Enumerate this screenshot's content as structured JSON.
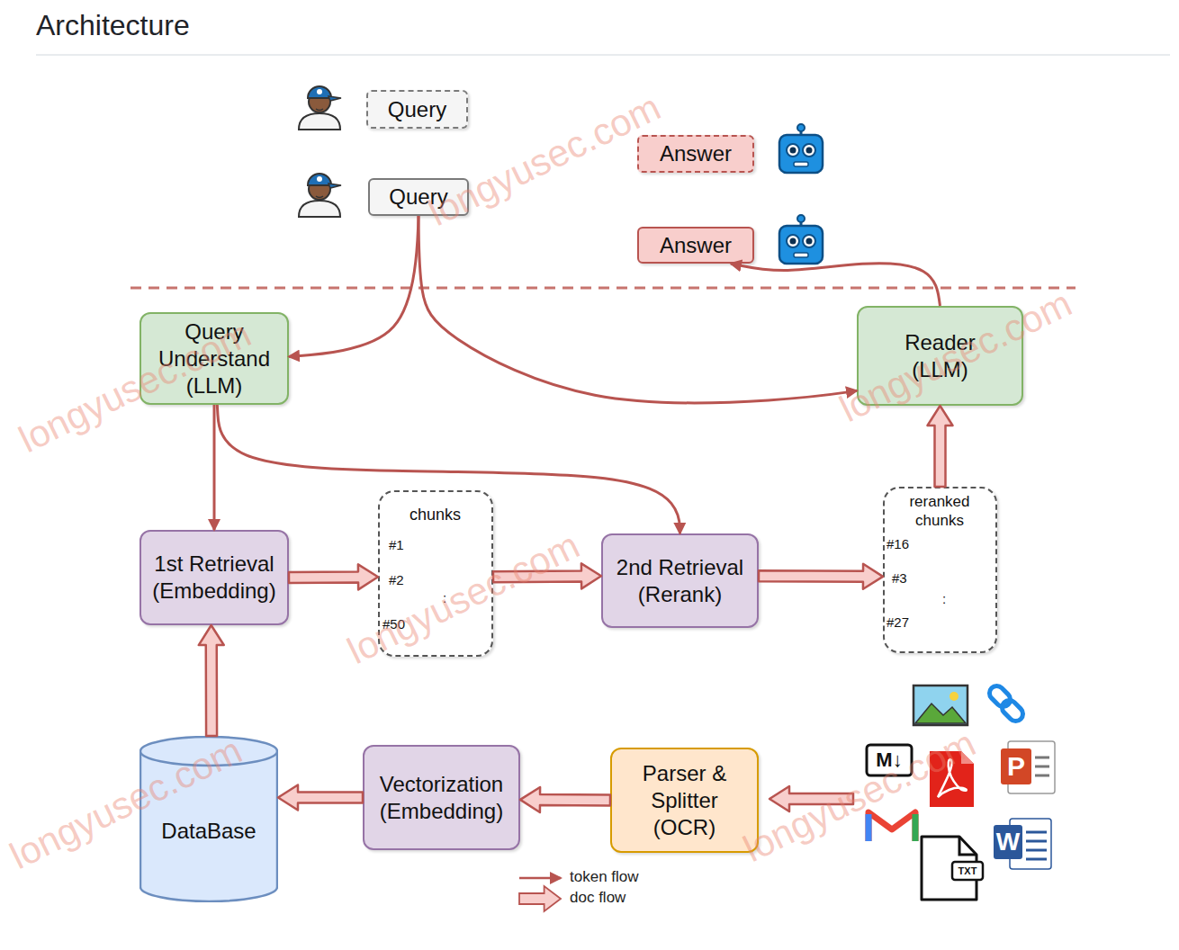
{
  "diagram": {
    "title": "Architecture",
    "nodes": [
      {
        "text": [
          "Query"
        ]
      },
      {
        "text": [
          "Answer"
        ]
      },
      {
        "text": [
          "Query"
        ]
      },
      {
        "text": [
          "Answer"
        ]
      },
      {
        "text": [
          "Query Understand (LLM)"
        ]
      },
      {
        "text": [
          "Reader (LLM)"
        ]
      },
      {
        "text": [
          "1st Retrieval (Embedding)"
        ]
      },
      {
        "text": [
          "chunks",
          "#1",
          "#2",
          ":",
          "#50"
        ]
      },
      {
        "text": [
          "2nd Retrieval (Rerank)"
        ]
      },
      {
        "text": [
          "reranked chunks",
          "#16",
          "#3",
          ":",
          "#27"
        ]
      },
      {
        "text": [
          "DataBase"
        ]
      },
      {
        "text": [
          "Vectorization (Embedding)"
        ]
      },
      {
        "text": [
          "Parser & Splitter (OCR)"
        ]
      }
    ],
    "edges": [
      {
        "from": 2,
        "to": 4,
        "arrow": "to"
      },
      {
        "from": 2,
        "to": 5,
        "arrow": "to"
      },
      {
        "from": 4,
        "to": 6,
        "arrow": "to"
      },
      {
        "from": 4,
        "to": 8,
        "arrow": "to"
      },
      {
        "from": 5,
        "to": 3,
        "arrow": "to"
      },
      {
        "from": 6,
        "to": 7,
        "arrow": "to"
      },
      {
        "from": 7,
        "to": 8,
        "arrow": "to"
      },
      {
        "from": 8,
        "to": 9,
        "arrow": "to"
      },
      {
        "from": 9,
        "to": 5,
        "arrow": "to"
      },
      {
        "from": 10,
        "to": 6,
        "arrow": "to"
      },
      {
        "from": 11,
        "to": 10,
        "arrow": "to"
      },
      {
        "from": 12,
        "to": 11,
        "arrow": "to"
      }
    ],
    "labels": [
      "longyusec.com",
      "longyusec.com",
      "longyusec.com",
      "longyusec.com",
      "M↓",
      "P",
      "longyusec.com",
      "longyusec.com",
      "W",
      "TXT"
    ],
    "legend": [
      {
        "text": "token flow"
      },
      {
        "text": "doc flow"
      }
    ]
  }
}
